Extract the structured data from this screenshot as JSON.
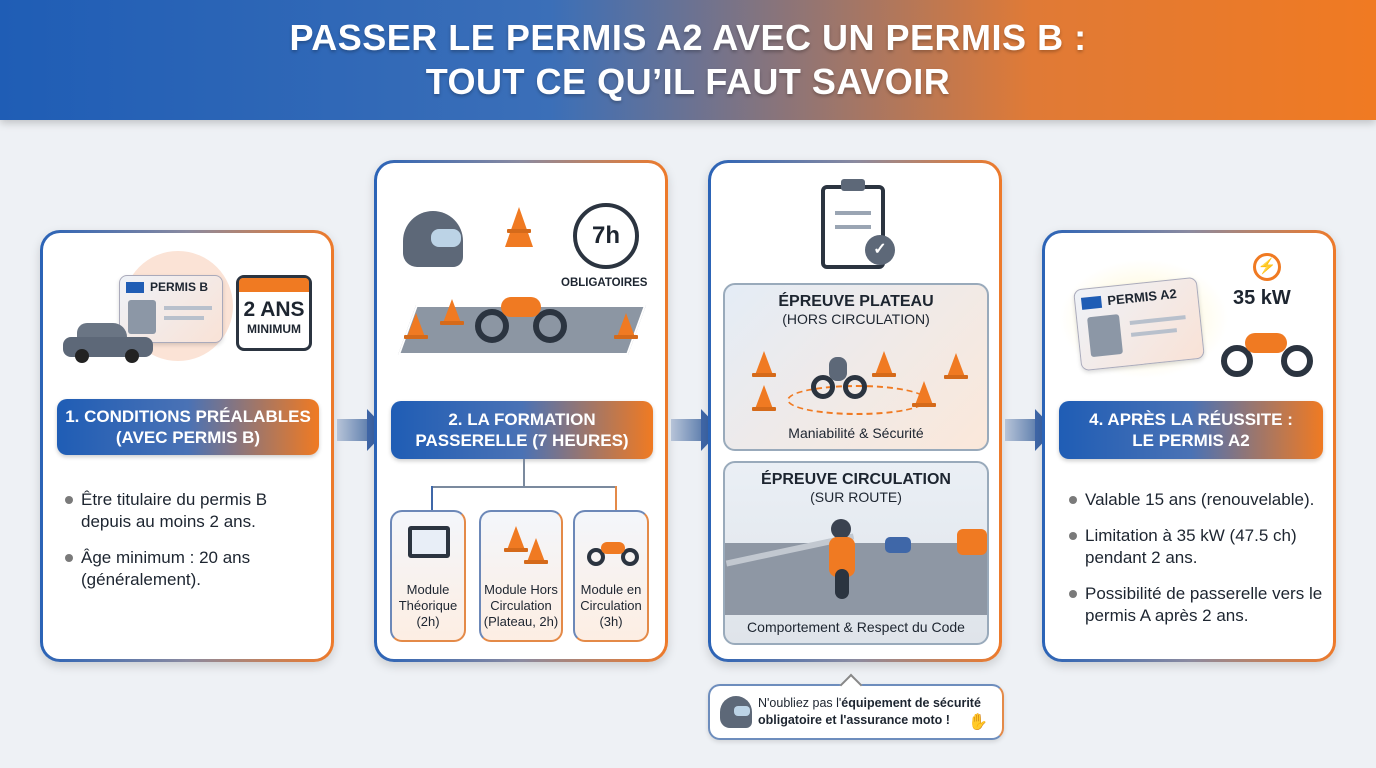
{
  "header": {
    "line1": "PASSER LE PERMIS A2 AVEC UN PERMIS B :",
    "line2": "TOUT CE QU’IL FAUT SAVOIR"
  },
  "colors": {
    "blue": "#1f5db5",
    "orange": "#f07a22"
  },
  "step1": {
    "license_label": "PERMIS B",
    "calendar_value": "2 ANS",
    "calendar_label": "MINIMUM",
    "title1": "1. CONDITIONS PRÉALABLES",
    "title2": "(AVEC PERMIS B)",
    "items": [
      "Être titulaire du permis B depuis au moins 2 ans.",
      "Âge minimum : 20 ans (généralement)."
    ],
    "icons": [
      "car-icon",
      "license-card-icon",
      "calendar-icon"
    ]
  },
  "step2": {
    "clock_value": "7h",
    "clock_label": "OBLIGATOIRES",
    "title1": "2. LA FORMATION",
    "title2": "PASSERELLE (7 HEURES)",
    "modules": [
      {
        "l1": "Module",
        "l2": "Théorique",
        "l3": "(2h)"
      },
      {
        "l1": "Module Hors",
        "l2": "Circulation",
        "l3": "(Plateau, 2h)"
      },
      {
        "l1": "Module en",
        "l2": "Circulation",
        "l3": "(3h)"
      }
    ],
    "icons": [
      "helmet-icon",
      "cone-icon",
      "clock-icon",
      "motorcycle-icon"
    ]
  },
  "step3": {
    "plateau": {
      "title": "ÉPREUVE PLATEAU",
      "subtitle": "(HORS CIRCULATION)",
      "caption": "Maniabilité & Sécurité"
    },
    "circulation": {
      "title": "ÉPREUVE CIRCULATION",
      "subtitle": "(SUR ROUTE)",
      "caption": "Comportement & Respect du Code"
    },
    "icons": [
      "clipboard-check-icon"
    ]
  },
  "step4": {
    "license_label": "PERMIS A2",
    "power": "35 kW",
    "title1": "4. APRÈS LA RÉUSSITE :",
    "title2": "LE PERMIS A2",
    "items": [
      "Valable 15 ans (renouvelable).",
      "Limitation à 35 kW (47.5 ch) pendant 2 ans.",
      "Possibilité de passerelle vers le permis A après 2 ans."
    ],
    "icons": [
      "license-card-icon",
      "lightning-icon",
      "motorcycle-icon"
    ]
  },
  "callout": {
    "normal": "N'oubliez pas l'",
    "bold": "équipement de sécurité obligatoire et l'assurance moto !",
    "icons": [
      "helmet-icon",
      "glove-icon"
    ]
  }
}
